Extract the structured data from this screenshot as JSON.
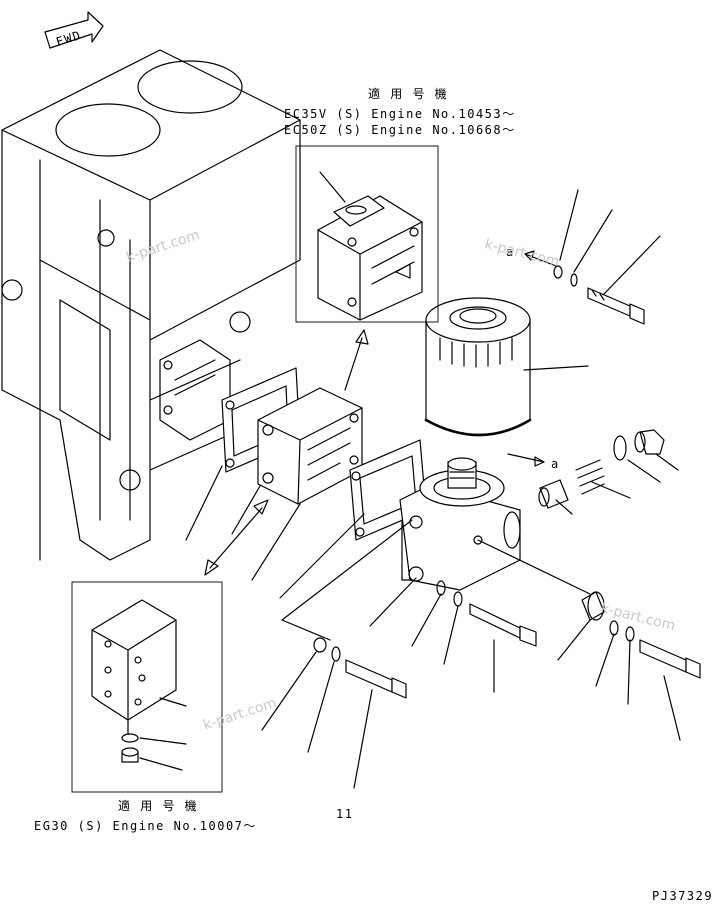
{
  "fwd_arrow": {
    "label": "FWD"
  },
  "inset_top": {
    "heading": "適 用 号 機",
    "lines": [
      "EC35V (S) Engine No.10453〜",
      "EC50Z (S) Engine No.10668〜"
    ]
  },
  "inset_bottom": {
    "heading": "適 用 号 機",
    "line": "EG30 (S) Engine No.10007〜"
  },
  "reference_letters": {
    "a_upper": "a",
    "a_lower": "a"
  },
  "part_number": "11",
  "drawing_code": "PJ37329",
  "watermark": "k-part.com"
}
